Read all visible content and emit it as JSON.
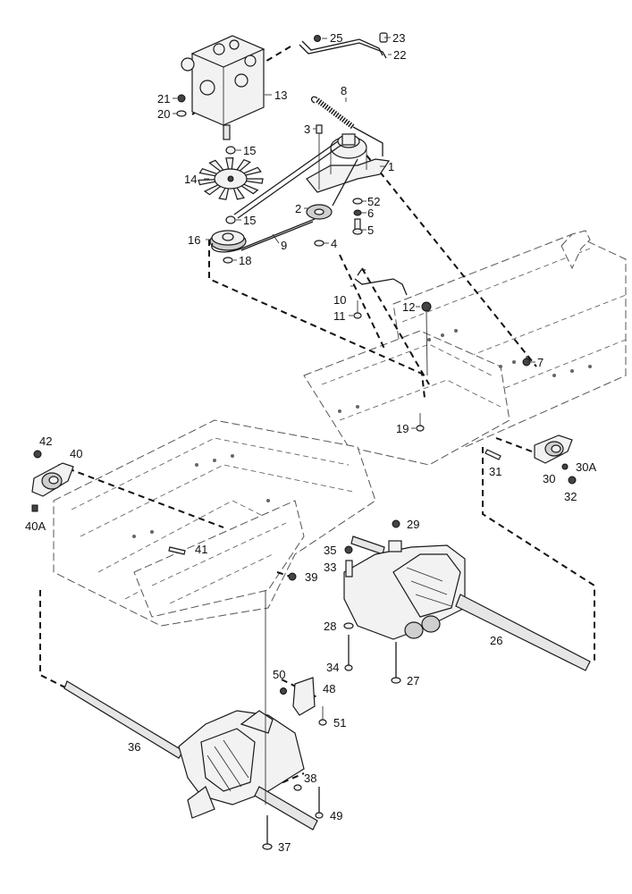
{
  "diagram": {
    "title": "Hydrostatic drive system exploded parts view",
    "colors": {
      "ink": "#1a1a1a",
      "frame": "#555555",
      "background": "#ffffff"
    },
    "callouts": [
      {
        "id": "1",
        "label": "1"
      },
      {
        "id": "2",
        "label": "2"
      },
      {
        "id": "3",
        "label": "3"
      },
      {
        "id": "4",
        "label": "4"
      },
      {
        "id": "5",
        "label": "5"
      },
      {
        "id": "6",
        "label": "6"
      },
      {
        "id": "7",
        "label": "7"
      },
      {
        "id": "8",
        "label": "8"
      },
      {
        "id": "9",
        "label": "9"
      },
      {
        "id": "10",
        "label": "10"
      },
      {
        "id": "11",
        "label": "11"
      },
      {
        "id": "12",
        "label": "12"
      },
      {
        "id": "13",
        "label": "13"
      },
      {
        "id": "14",
        "label": "14"
      },
      {
        "id": "15a",
        "label": "15"
      },
      {
        "id": "15b",
        "label": "15"
      },
      {
        "id": "16",
        "label": "16"
      },
      {
        "id": "18",
        "label": "18"
      },
      {
        "id": "19",
        "label": "19"
      },
      {
        "id": "20",
        "label": "20"
      },
      {
        "id": "21",
        "label": "21"
      },
      {
        "id": "22",
        "label": "22"
      },
      {
        "id": "23",
        "label": "23"
      },
      {
        "id": "25",
        "label": "25"
      },
      {
        "id": "26",
        "label": "26"
      },
      {
        "id": "27",
        "label": "27"
      },
      {
        "id": "28",
        "label": "28"
      },
      {
        "id": "29",
        "label": "29"
      },
      {
        "id": "30",
        "label": "30"
      },
      {
        "id": "30A",
        "label": "30A"
      },
      {
        "id": "31",
        "label": "31"
      },
      {
        "id": "32",
        "label": "32"
      },
      {
        "id": "33",
        "label": "33"
      },
      {
        "id": "34",
        "label": "34"
      },
      {
        "id": "35",
        "label": "35"
      },
      {
        "id": "36",
        "label": "36"
      },
      {
        "id": "37",
        "label": "37"
      },
      {
        "id": "38",
        "label": "38"
      },
      {
        "id": "39",
        "label": "39"
      },
      {
        "id": "40",
        "label": "40"
      },
      {
        "id": "40A",
        "label": "40A"
      },
      {
        "id": "41",
        "label": "41"
      },
      {
        "id": "42",
        "label": "42"
      },
      {
        "id": "48",
        "label": "48"
      },
      {
        "id": "49",
        "label": "49"
      },
      {
        "id": "50",
        "label": "50"
      },
      {
        "id": "51",
        "label": "51"
      },
      {
        "id": "52",
        "label": "52"
      }
    ]
  }
}
